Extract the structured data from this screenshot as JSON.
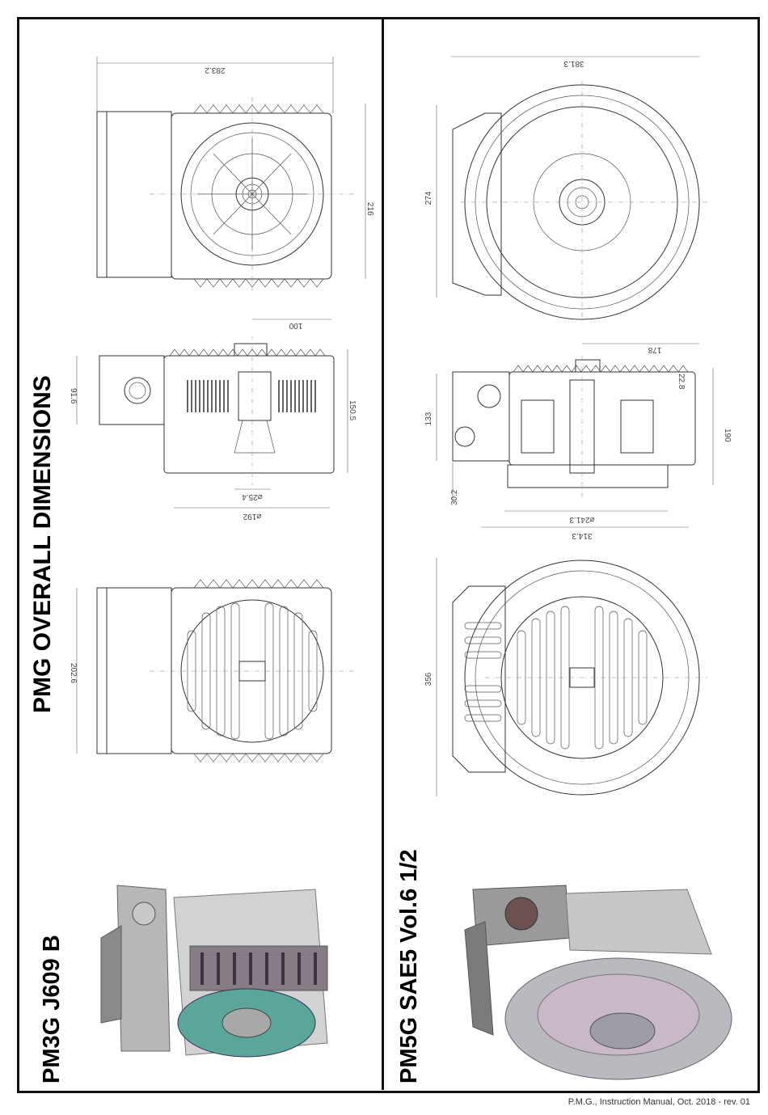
{
  "page": {
    "main_title": "PMG OVERALL DIMENSIONS",
    "left_model": "PM3G J609 B",
    "right_model": "PM5G SAE5 Vol.6 1/2",
    "footer": "P.M.G., Instruction Manual, Oct. 2018 - rev. 01"
  },
  "left_dims": {
    "front_width": "283.2",
    "front_height": "216",
    "side_top": "100",
    "side_left": "91.6",
    "side_height": "150.5",
    "side_d1": "⌀25.4",
    "side_d2": "⌀192",
    "back_height": "202.6"
  },
  "right_dims": {
    "front_width": "381.3",
    "front_height": "274",
    "side_top": "178",
    "side_d1": "22.8",
    "side_left": "133",
    "side_height": "190",
    "side_base": "30.2",
    "side_d2": "⌀241.3",
    "side_bottom": "314.3",
    "back_height": "356"
  }
}
